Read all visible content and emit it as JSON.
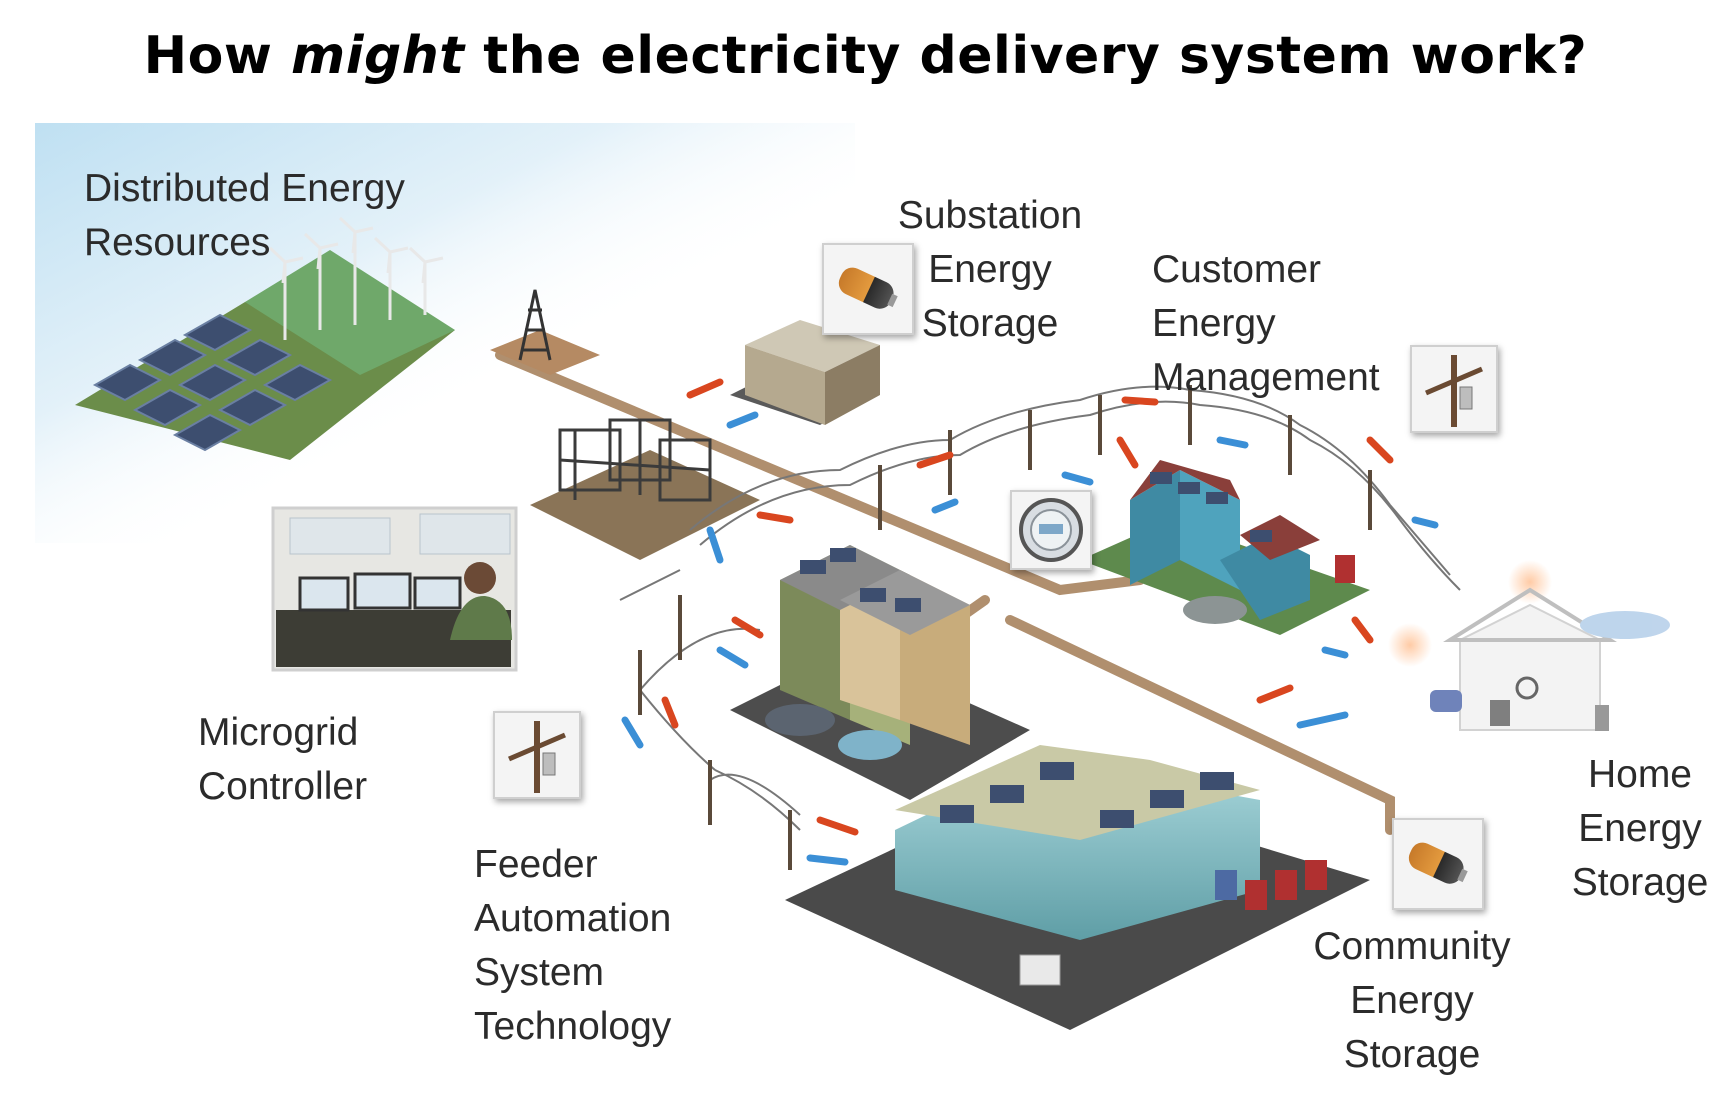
{
  "title": {
    "pre": "How ",
    "emph": "might",
    "post": " the electricity delivery system work?"
  },
  "labels": {
    "der": [
      "Distributed Energy",
      "Resources"
    ],
    "substation_storage": [
      "Substation",
      "Energy",
      "Storage"
    ],
    "customer_mgmt": [
      "Customer",
      "Energy",
      "Management"
    ],
    "microgrid": [
      "Microgrid",
      "Controller"
    ],
    "feeder": [
      "Feeder",
      "Automation",
      "System",
      "Technology"
    ],
    "community_storage": [
      "Community",
      "Energy",
      "Storage"
    ],
    "home_storage": [
      "Home",
      "Energy",
      "Storage"
    ]
  },
  "colors": {
    "flow_out": "#d9461f",
    "flow_in": "#3b8fd6",
    "cable": "#b08f6e",
    "sky": "#bfe0f2",
    "ground": "#4a4a4a",
    "grass": "#6fa86a"
  },
  "icons": [
    "battery-icon",
    "utility-pole-icon",
    "smart-meter-icon",
    "wind-turbine-icon",
    "solar-panel-icon",
    "transmission-tower-icon"
  ]
}
